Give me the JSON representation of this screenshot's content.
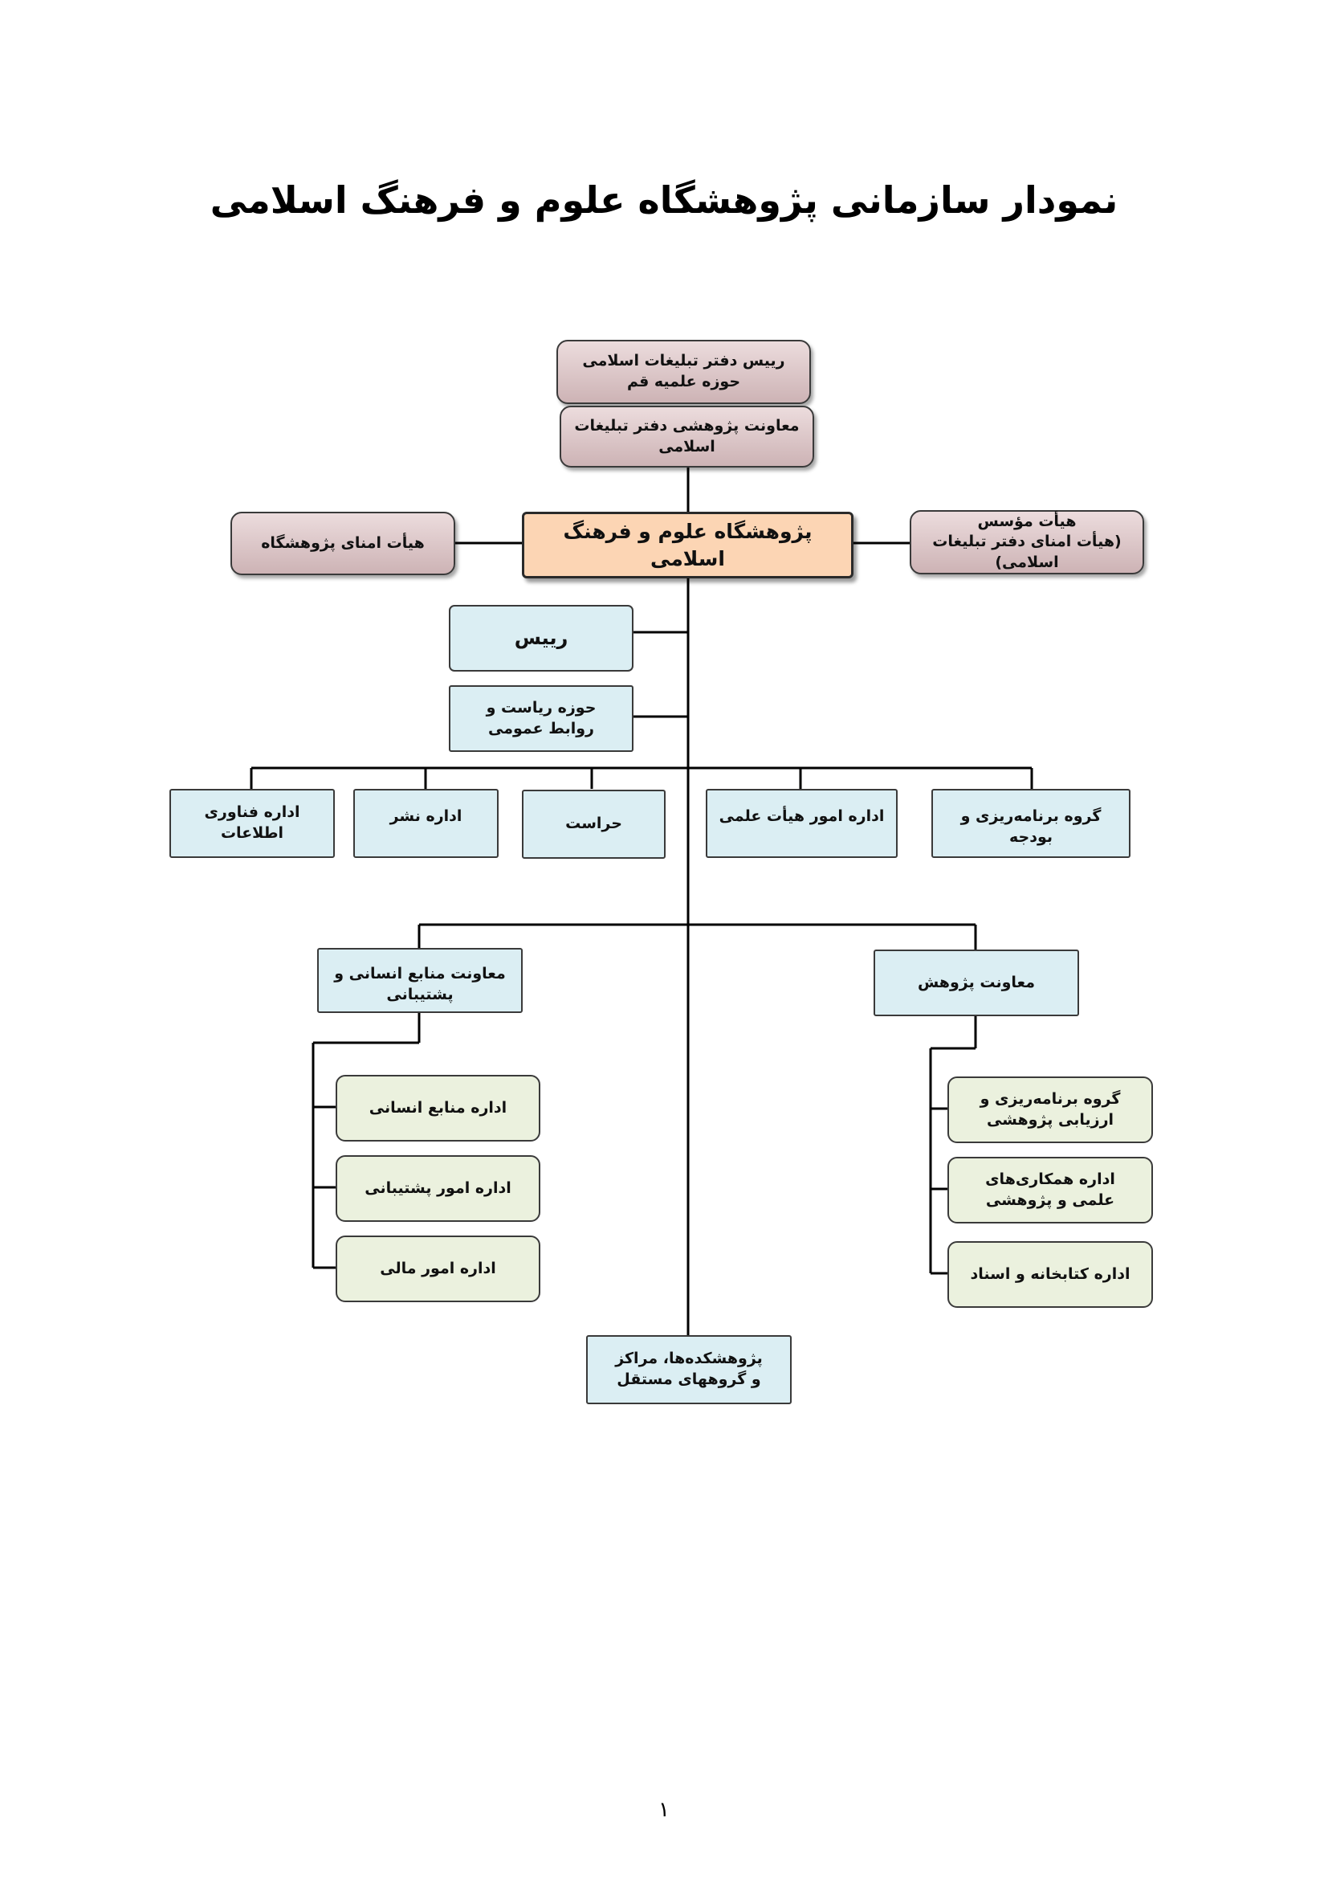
{
  "title": "نمودار سازمانی پژوهشگاه علوم و فرهنگ اسلامی",
  "nodes": {
    "head_office": "رییس دفتر تبلیغات اسلامی حوزه علمیه قم",
    "research_deputy_office": "معاونت پژوهشی دفتر تبلیغات اسلامی",
    "institute": "پژوهشگاه علوم و فرهنگ اسلامی",
    "board_of_trustees": "هیأت امنای پژوهشگاه",
    "founding_board": "هیأت مؤسس",
    "founding_board_note": "(هیأت امنای دفتر تبلیغات اسلامی)",
    "president": "رییس",
    "presidency_office": "حوزه ریاست و روابط عمومی",
    "it_dept": "اداره فناوری اطلاعات",
    "publishing_dept": "اداره نشر",
    "security": "حراست",
    "faculty_affairs": "اداره امور هیأت علمی",
    "planning_budget": "گروه برنامه‌ریزی و بودجه",
    "hr_support_deputy": "معاونت منابع انسانی و پشتیبانی",
    "research_deputy": "معاونت پژوهش",
    "hr_dept": "اداره منابع انسانی",
    "support_dept": "اداره امور پشتیبانی",
    "finance_dept": "اداره امور مالی",
    "research_planning": "گروه برنامه‌ریزی و ارزیابی پژوهشی",
    "scientific_cooperation": "اداره همکاری‌های علمی و پژوهشی",
    "library_archive": "اداره کتابخانه و اسناد",
    "research_centers": "پژوهشکده‌ها، مراکز و گروههای مستقل"
  },
  "page_number": "۱",
  "colors": {
    "mauve_top": "#ecdcdd",
    "mauve_bottom": "#cdb3b5",
    "peach": "#fcd5b4",
    "light_blue": "#dbeef3",
    "light_green": "#ebf1de",
    "line": "#000000"
  }
}
